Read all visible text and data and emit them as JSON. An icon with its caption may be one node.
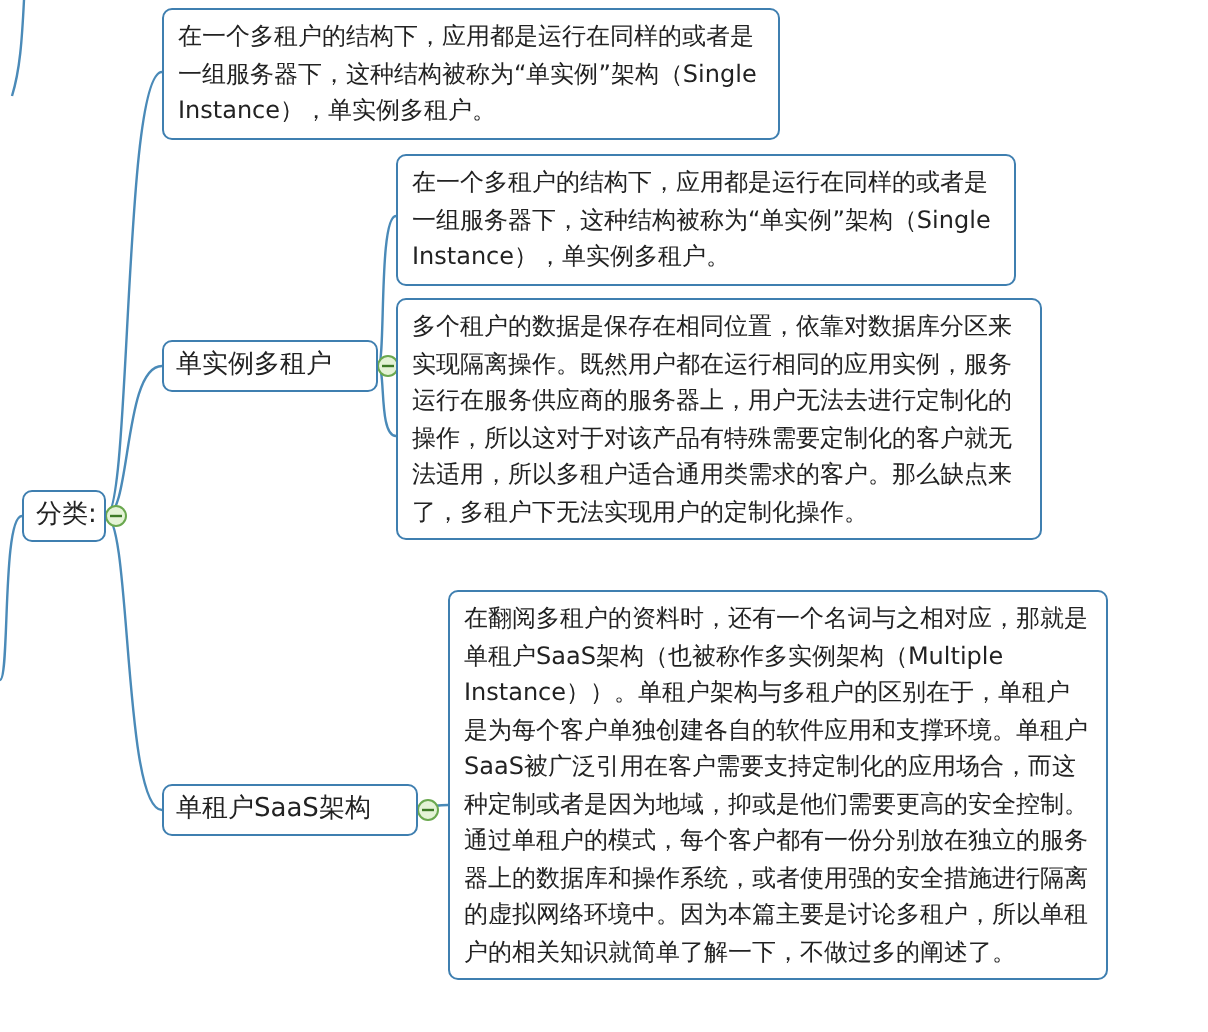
{
  "diagram": {
    "nodes": [
      {
        "text": [
          "分类:"
        ]
      },
      {
        "text": [
          "在一个多租户的结构下，应用都是运行在同样的或者是一组服务器下，这种结构被称为“单实例”架构（Single Instance），单实例多租户。"
        ]
      },
      {
        "text": [
          "单实例多租户"
        ]
      },
      {
        "text": [
          "在一个多租户的结构下，应用都是运行在同样的或者是一组服务器下，这种结构被称为“单实例”架构（Single Instance），单实例多租户。"
        ]
      },
      {
        "text": [
          "多个租户的数据是保存在相同位置，依靠对数据库分区来实现隔离操作。既然用户都在运行相同的应用实例，服务运行在服务供应商的服务器上，用户无法去进行定制化的操作，所以这对于对该产品有特殊需要定制化的客户就无法适用，所以多租户适合通用类需求的客户。那么缺点来了，多租户下无法实现用户的定制化操作。"
        ]
      },
      {
        "text": [
          "单租户SaaS架构"
        ]
      },
      {
        "text": [
          "在翻阅多租户的资料时，还有一个名词与之相对应，那就是单租户SaaS架构（也被称作多实例架构（Multiple Instance））。单租户架构与多租户的区别在于，单租户是为每个客户单独创建各自的软件应用和支撑环境。单租户SaaS被广泛引用在客户需要支持定制化的应用场合，而这种定制或者是因为地域，抑或是他们需要更高的安全控制。通过单租户的模式，每个客户都有一份分别放在独立的服务器上的数据库和操作系统，或者使用强的安全措施进行隔离的虚拟网络环境中。因为本篇主要是讨论多租户，所以单租户的相关知识就简单了解一下，不做过多的阐述了。"
        ]
      }
    ],
    "edges": [
      {
        "from": null,
        "to": 0,
        "arrow": "none"
      },
      {
        "from": 0,
        "to": 1,
        "arrow": "none"
      },
      {
        "from": 0,
        "to": 2,
        "arrow": "none"
      },
      {
        "from": 2,
        "to": 3,
        "arrow": "none"
      },
      {
        "from": 2,
        "to": 4,
        "arrow": "none"
      },
      {
        "from": 0,
        "to": 5,
        "arrow": "none"
      },
      {
        "from": 5,
        "to": 6,
        "arrow": "none"
      }
    ]
  }
}
